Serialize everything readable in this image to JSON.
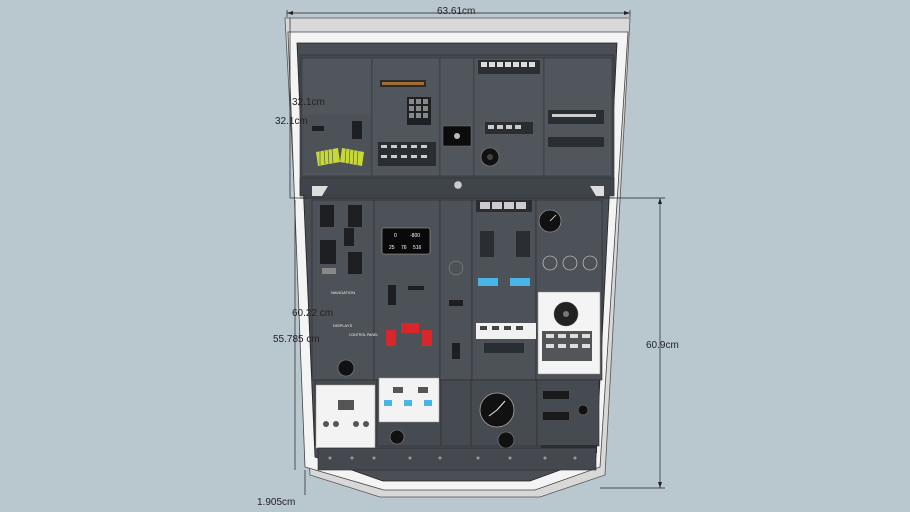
{
  "dimensions": {
    "width_top": "63.61cm",
    "upper_height": "32.1cm",
    "upper_height_duplicate": "32.1cm",
    "lower_height_inner": "60.22 cm",
    "lower_height_outer": "55.785 cm",
    "right_height": "60.9cm",
    "bottom_thickness": "1.905cm"
  },
  "panel_labels": {
    "navigation": "NAVIGATION",
    "displays": "DISPLAYS",
    "control_panel": "CONTROL PANEL"
  },
  "readouts": {
    "center_top": [
      "0",
      "-800"
    ],
    "center_bottom": [
      "25",
      "76",
      "516"
    ]
  },
  "colors": {
    "background": "#b9c7cf",
    "panel_face": "#4a4f55",
    "bezel": "#f4f4f4",
    "accent_blue": "#48b4e8",
    "warning_red": "#d8262b",
    "indicator_yellow": "#e8e23a",
    "indicator_green": "#7bd14b"
  }
}
